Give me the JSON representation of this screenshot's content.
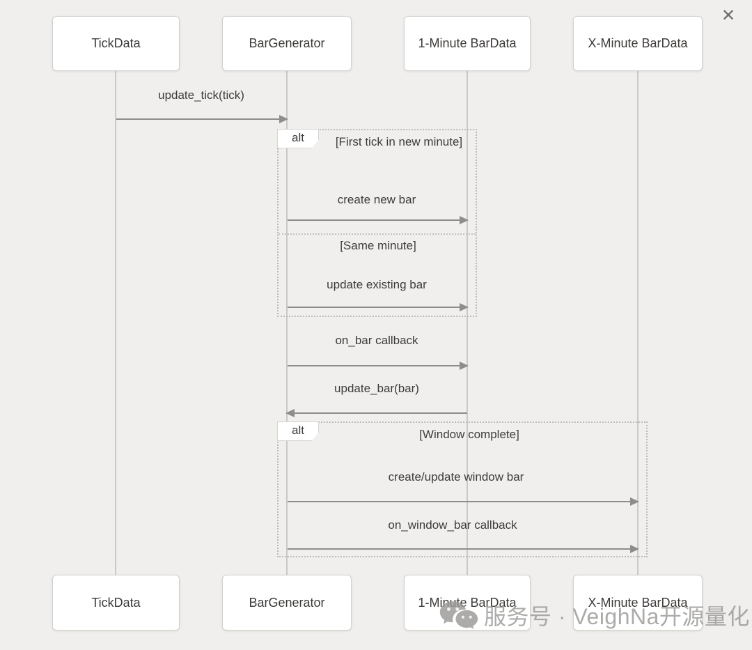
{
  "window": {
    "close_glyph": "✕"
  },
  "actors": [
    {
      "label": "TickData"
    },
    {
      "label": "BarGenerator"
    },
    {
      "label": "1-Minute BarData"
    },
    {
      "label": "X-Minute BarData"
    }
  ],
  "messages": [
    {
      "label": "update_tick(tick)",
      "from": "TickData",
      "to": "BarGenerator",
      "direction": "right"
    },
    {
      "label": "create new bar",
      "from": "BarGenerator",
      "to": "1-Minute BarData",
      "direction": "right"
    },
    {
      "label": "update existing bar",
      "from": "BarGenerator",
      "to": "1-Minute BarData",
      "direction": "right"
    },
    {
      "label": "on_bar callback",
      "from": "BarGenerator",
      "to": "1-Minute BarData",
      "direction": "right"
    },
    {
      "label": "update_bar(bar)",
      "from": "1-Minute BarData",
      "to": "BarGenerator",
      "direction": "left"
    },
    {
      "label": "create/update window bar",
      "from": "BarGenerator",
      "to": "X-Minute BarData",
      "direction": "right"
    },
    {
      "label": "on_window_bar callback",
      "from": "BarGenerator",
      "to": "X-Minute BarData",
      "direction": "right"
    }
  ],
  "fragments": [
    {
      "tag": "alt",
      "sections": [
        {
          "guard": "[First tick in new minute]"
        },
        {
          "guard": "[Same minute]"
        }
      ]
    },
    {
      "tag": "alt",
      "sections": [
        {
          "guard": "[Window complete]"
        }
      ]
    }
  ],
  "watermark": {
    "icon": "wechat-icon",
    "text": "服务号 · VeighNa开源量化"
  },
  "colors": {
    "background": "#f1efed",
    "actor_fill": "#ffffff",
    "actor_border": "#d3d1ce",
    "arrow": "#8f8d8b",
    "lifeline": "#cbc9c6",
    "fragment_border": "#bcbab7",
    "text": "#3e3c3a",
    "watermark": "#9b9997"
  }
}
